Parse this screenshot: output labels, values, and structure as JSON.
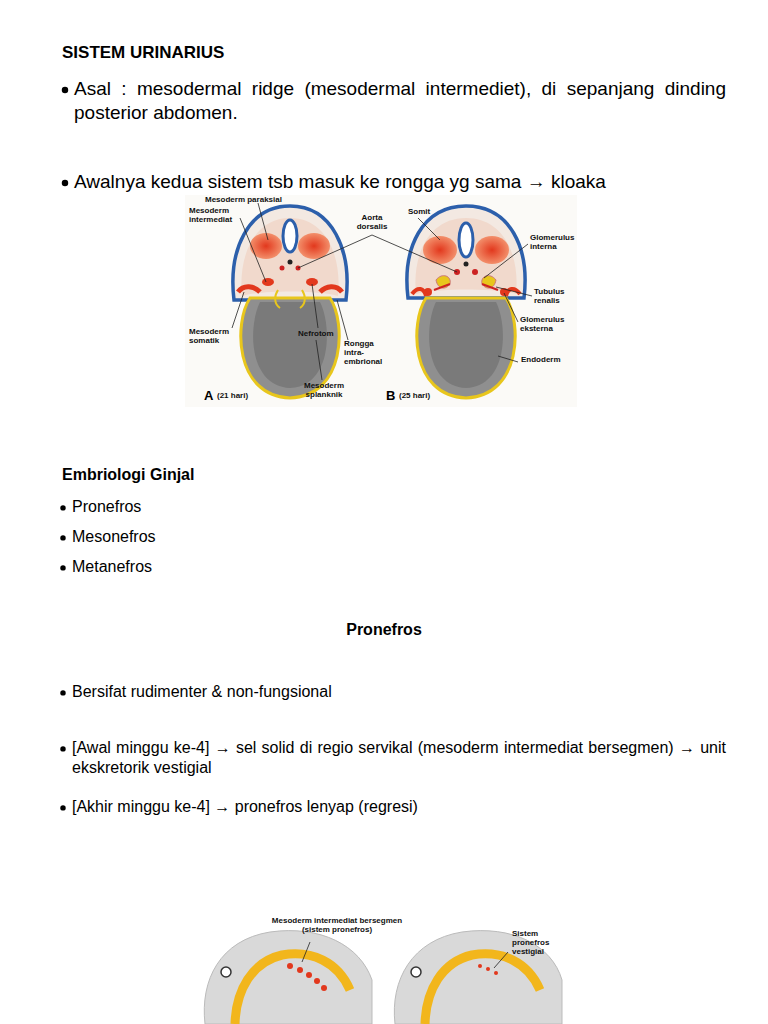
{
  "diagram": {
    "title": "SISTEM URINARIUS",
    "labels": [
      "Asal : mesodermal ridge (mesodermal intermediet), di sepanjang dinding posterior abdomen.",
      "Awalnya kedua sistem tsb masuk ke rongga yg sama → kloaka",
      "Mesoderm paraksial",
      "Mesoderm intermediat",
      "Mesoderm somatik",
      "Nefrotom",
      "Rongga intra-embrional",
      "Mesoderm splanknik",
      "Aorta dorsalis",
      "Somit",
      "Glomerulus interna",
      "Tubulus renalis",
      "Glomerulus eksterna",
      "Endoderm",
      "A",
      "(21 hari)",
      "B",
      "(25 hari)",
      "Embriologi Ginjal",
      "Pronefros",
      "Mesonefros",
      "Metanefros",
      "Pronefros",
      "Bersifat rudimenter & non-fungsional",
      "[Awal minggu ke-4] → sel solid di regio servikal (mesoderm intermediat bersegmen) → unit ekskretorik vestigial",
      "[Akhir minggu ke-4] → pronefros lenyap (regresi)",
      "Mesoderm intermediat bersegmen (sistem pronefros)",
      "Sistem pronefros vestigial"
    ]
  }
}
